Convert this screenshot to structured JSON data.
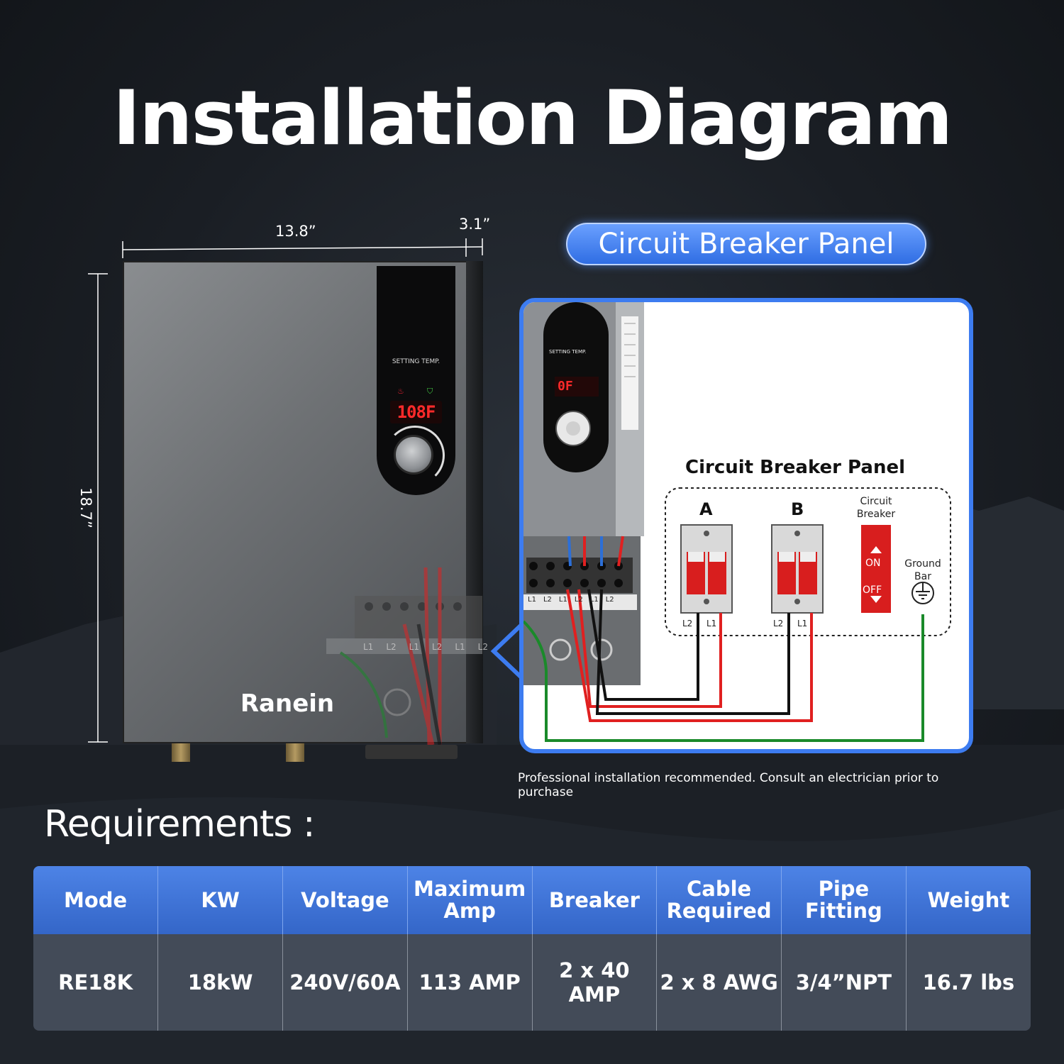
{
  "title": "Installation Diagram",
  "heater": {
    "width_label": "13.8”",
    "depth_label": "3.1”",
    "height_label": "18.7”",
    "panel_label": "SETTING TEMP.",
    "display_value": "108F",
    "brand": "Ranein",
    "terminal_labels": [
      "L1",
      "L2",
      "L1",
      "L2",
      "L1",
      "L2"
    ]
  },
  "breaker_panel": {
    "pill_label": "Circuit Breaker Panel",
    "inset": {
      "setting_label": "SETTING TEMP.",
      "display_value": "0F",
      "terminal_labels": [
        "L1",
        "L2",
        "L1",
        "L2",
        "L1",
        "L2"
      ],
      "title": "Circuit Breaker Panel",
      "breaker_a": "A",
      "breaker_b": "B",
      "breaker_terminals": [
        "L2",
        "L1"
      ],
      "circuit_breaker_label": "Circuit Breaker",
      "on_label": "ON",
      "off_label": "OFF",
      "ground_bar_label": "Ground Bar"
    }
  },
  "note": "Professional installation recommended. Consult an electrician prior to purchase",
  "requirements_label": "Requirements :",
  "table": {
    "headers": [
      "Mode",
      "KW",
      "Voltage",
      "Maximum Amp",
      "Breaker",
      "Cable Required",
      "Pipe Fitting",
      "Weight"
    ],
    "row": [
      "RE18K",
      "18kW",
      "240V/60A",
      "113 AMP",
      "2 x 40 AMP",
      "2 x 8 AWG",
      "3/4”NPT",
      "16.7 lbs"
    ]
  },
  "colors": {
    "accent_blue": "#3d7cf0",
    "wire_red": "#e02020",
    "wire_black": "#111111",
    "wire_green": "#1a8a2a",
    "breaker_red": "#d81e1e"
  }
}
